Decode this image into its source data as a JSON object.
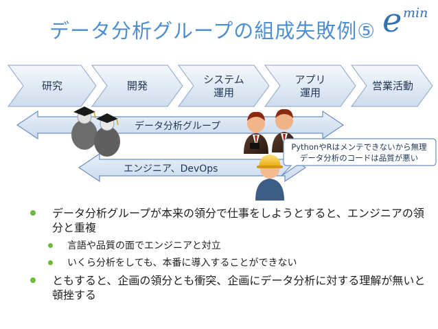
{
  "title": "データ分析グループの組成失敗例⑤",
  "logo": {
    "letter": "e",
    "superscript": "min"
  },
  "process_stages": [
    {
      "lines": [
        "研究"
      ]
    },
    {
      "lines": [
        "開発"
      ]
    },
    {
      "lines": [
        "システム",
        "運用"
      ]
    },
    {
      "lines": [
        "アプリ",
        "運用"
      ]
    },
    {
      "lines": [
        "営業活動"
      ]
    }
  ],
  "bands": {
    "data_group": "データ分析グループ",
    "engineers": "エンジニア、DevOps"
  },
  "speech_bubble": {
    "line1": "PythonやRはメンテできないから無理",
    "line2": "データ分析のコードは品質が悪い"
  },
  "bullets": [
    {
      "level": 1,
      "text": "データ分析グループが本来の領分で仕事をしようとすると、エンジニアの領分と重複"
    },
    {
      "level": 2,
      "text": "言語や品質の面でエンジニアと対立"
    },
    {
      "level": 2,
      "text": "いくら分析をしても、本番に導入することができない"
    },
    {
      "level": 1,
      "text": "ともすると、企画の領分とも衝突、企画にデータ分析に対する理解が無いと頓挫する"
    }
  ],
  "colors": {
    "title": "#4f8fd0",
    "logo": "#3470b4",
    "bullet_dot": "#6fb93a",
    "band_fill": "#dbe7f5",
    "band_stroke": "#6c8fc2"
  },
  "icons": [
    "graduate-figure-icon",
    "businessman-figure-icon",
    "construction-worker-icon"
  ]
}
